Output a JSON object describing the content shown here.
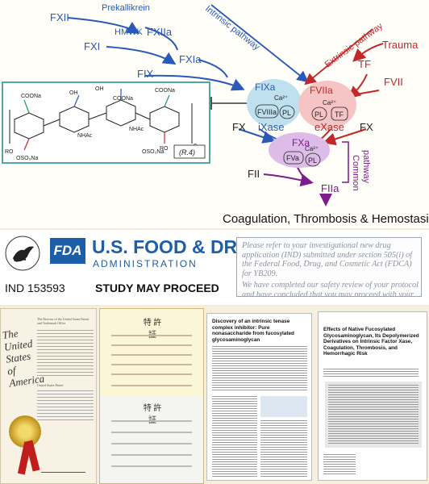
{
  "diagram": {
    "factors": {
      "fxii": "FXII",
      "prekallikrein": "Prekallikrein",
      "hmwk": "HMWK",
      "fxiia": "FXIIa",
      "fxi": "FXI",
      "fxia": "FXIa",
      "fix": "FIX",
      "fixa": "FIXa",
      "fviiia": "FVIIIa",
      "ca": "Ca²⁺",
      "pl": "PL",
      "fviia": "FVIIa",
      "tf": "TF",
      "fvii": "FVII",
      "trauma": "Trauma",
      "ixase": "iXase",
      "exase": "eXase",
      "fx_left": "FX",
      "fx_right": "FX",
      "fxa": "FXa",
      "fva": "FVa",
      "fii": "FII",
      "fiia": "FIIa"
    },
    "pathways": {
      "intrinsic": "Intrinsic pathway",
      "extrinsic": "Extrinsic pathway",
      "common_line1": "Common",
      "common_line2": "pathway"
    },
    "outcome": "Coagulation, Thrombosis & Hemostasis",
    "molecule": {
      "coona": "COONa",
      "oso3na": "OSO₃Na",
      "oh": "OH",
      "nhac": "NHAc",
      "ro": "RO",
      "n": "n",
      "label": "(R.4)"
    },
    "colors": {
      "intrinsic": "#2a59b8",
      "extrinsic": "#c0282a",
      "common": "#7d1d8c",
      "fixa_ellipse": "#bfe0ee",
      "fviia_ellipse": "#f6c4c4",
      "fxa_ellipse": "#ddbde8",
      "molecule_border": "#1a8a84"
    }
  },
  "fda": {
    "badge": "FDA",
    "name": "U.S. FOOD & DRUG",
    "administration": "ADMINISTRATION",
    "ind": "IND 153593",
    "status": "STUDY MAY PROCEED",
    "notice_p1": "Please refer to your investigational new drug application (IND) submitted under section 505(i) of the Federal Food, Drug, and Cosmetic Act (FDCA) for YB209.",
    "notice_p2": "We have completed our safety review of your protocol and have concluded that you may proceed with your proposed clinical investigation of venous thrombosis. ..."
  },
  "documents": {
    "us_patent_title": "The United States of America",
    "us_patent_label": "United States Patent",
    "us_patent_header": "The Director of the United States Patent and Trademark Office",
    "jp_patent_heading": "特 許 証",
    "paper1_title": "Discovery of an intrinsic tenase complex inhibitor: Pure nonasaccharide from fucosylated glycosaminoglycan",
    "paper2_title": "Effects of Native Fucosylated Glycosaminoglycan, Its Depolymerized Derivatives on Intrinsic Factor Xase, Coagulation, Thrombosis, and Hemorrhagic Risk"
  }
}
